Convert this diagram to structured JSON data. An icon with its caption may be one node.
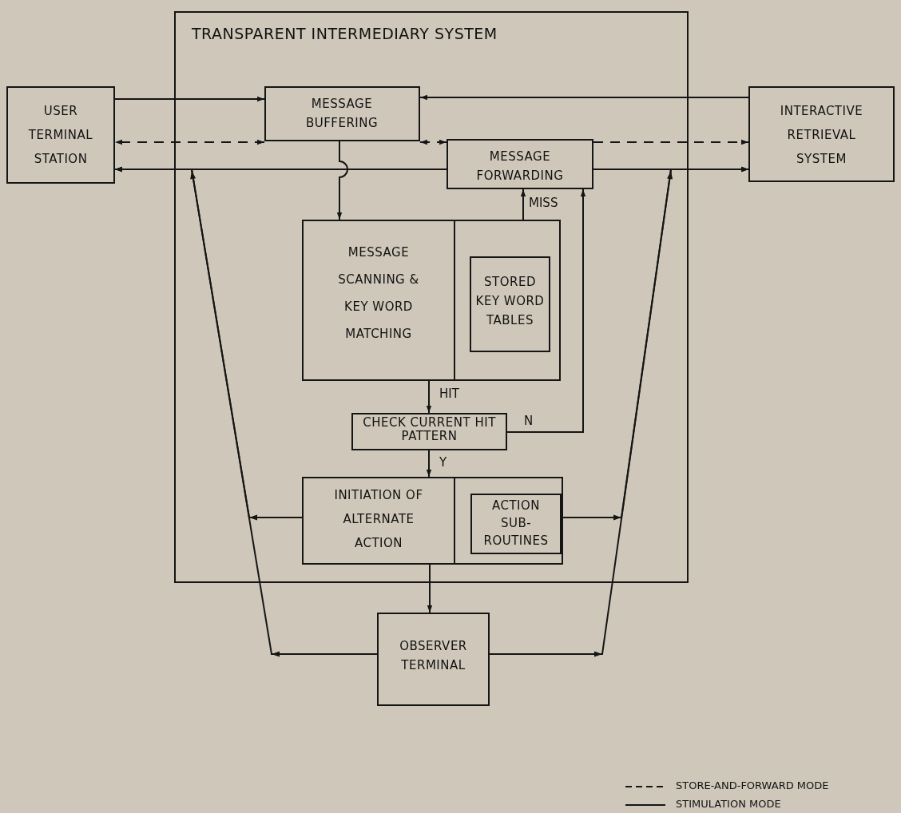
{
  "diagram": {
    "nodes": [
      {
        "text": [
          "TRANSPARENT INTERMEDIARY SYSTEM"
        ]
      },
      {
        "text": [
          "USER TERMINAL STATION"
        ]
      },
      {
        "text": [
          "MESSAGE BUFFERING"
        ],
        "in": 0
      },
      {
        "text": [
          "MESSAGE FORWARDING"
        ],
        "in": 0
      },
      {
        "text": [
          "MESSAGE SCANNING & KEY WORD MATCHING"
        ],
        "in": 0
      },
      {
        "text": [
          "STORED KEY WORD TABLES"
        ],
        "in": 4
      },
      {
        "text": [
          "CHECK CURRENT HIT PATTERN"
        ],
        "in": 0
      },
      {
        "text": [
          "INITIATION OF ALTERNATE ACTION"
        ],
        "in": 0
      },
      {
        "text": [
          "ACTION SUB- ROUTINES"
        ],
        "in": 7
      },
      {
        "text": [
          "OBSERVER TERMINAL"
        ]
      },
      {
        "text": [
          "INTERACTIVE RETRIEVAL SYSTEM"
        ]
      }
    ],
    "edges": [
      {
        "from": 1,
        "to": 2,
        "arrow": "to"
      },
      {
        "from": 10,
        "to": 2,
        "arrow": "to"
      },
      {
        "from": 2,
        "to": 1,
        "arrow": "both",
        "style": "dashed"
      },
      {
        "from": 2,
        "to": 3,
        "arrow": "both",
        "style": "dashed"
      },
      {
        "from": 3,
        "to": 10,
        "arrow": "to",
        "style": "dashed"
      },
      {
        "from": 3,
        "to": 1,
        "arrow": "to"
      },
      {
        "from": 3,
        "to": 10,
        "arrow": "to"
      },
      {
        "from": 2,
        "to": 4,
        "arrow": "to"
      },
      {
        "from": 4,
        "to": 3,
        "arrow": "to",
        "label": "MISS"
      },
      {
        "from": 4,
        "to": 6,
        "arrow": "to",
        "label": "HIT"
      },
      {
        "from": 6,
        "to": 3,
        "arrow": "to",
        "label": "N"
      },
      {
        "from": 6,
        "to": 7,
        "arrow": "to",
        "label": "Y"
      },
      {
        "from": 7,
        "to": 1,
        "arrow": "to"
      },
      {
        "from": 8,
        "to": 10,
        "arrow": "to"
      },
      {
        "from": 7,
        "to": 9,
        "arrow": "to"
      },
      {
        "from": 9,
        "to": 1,
        "arrow": "to"
      },
      {
        "from": 9,
        "to": 10,
        "arrow": "to"
      }
    ],
    "legend": [
      {
        "text": "STORE-AND-FORWARD MODE"
      },
      {
        "text": "STIMULATION MODE"
      }
    ]
  }
}
